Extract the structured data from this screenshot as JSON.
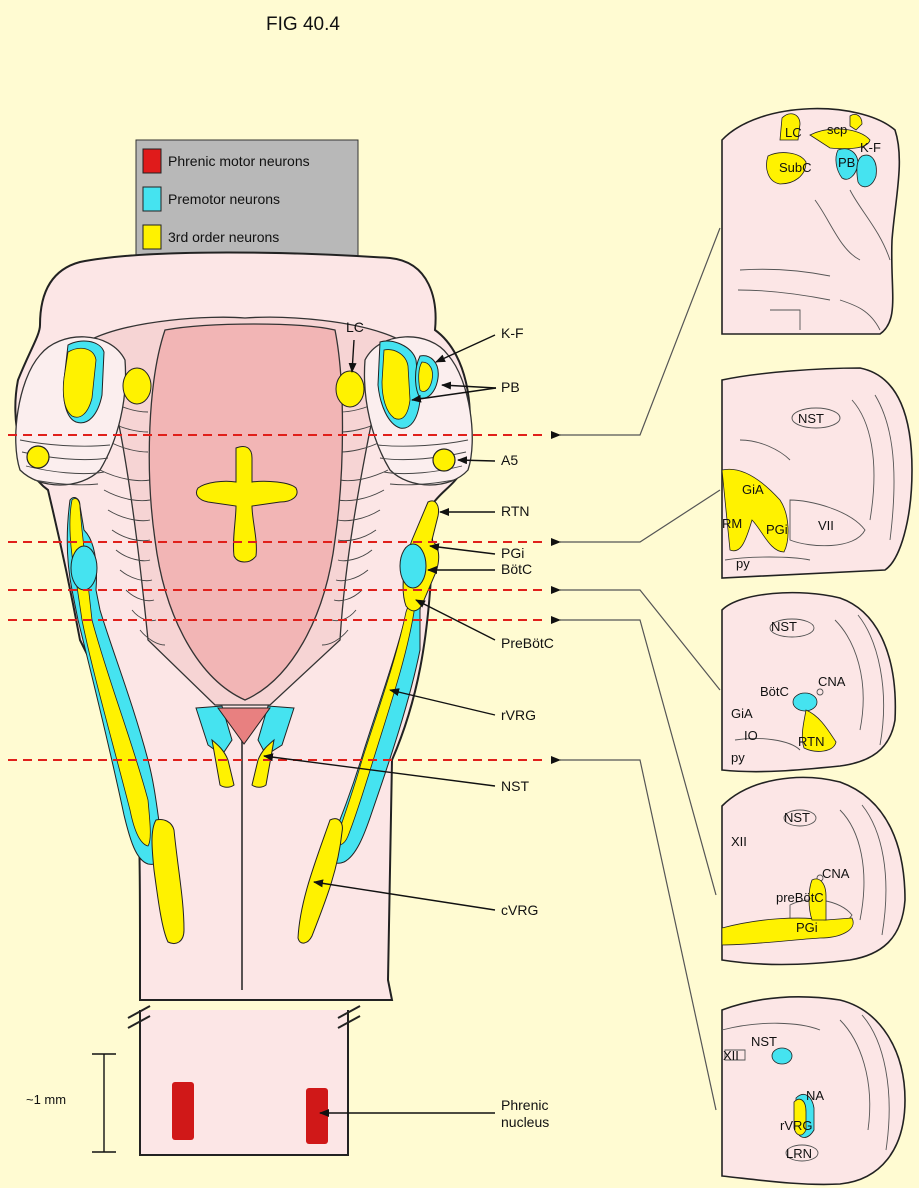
{
  "figure": {
    "title": "FIG 40.4",
    "scale_label": "~1 mm"
  },
  "legend": {
    "items": [
      {
        "label": "Phrenic motor neurons",
        "color": "#e01b1b"
      },
      {
        "label": "Premotor neurons",
        "color": "#45e3f0"
      },
      {
        "label": "3rd order neurons",
        "color": "#fff200"
      }
    ]
  },
  "colors": {
    "tissue": "#fce6e6",
    "ventricle": "#f2b5b5",
    "outline": "#222222",
    "dashed_level": "#e0201b",
    "background": "#fffbd2"
  },
  "callouts": {
    "LC": "LC",
    "KF": "K-F",
    "PB": "PB",
    "A5": "A5",
    "RTN": "RTN",
    "PGi": "PGi",
    "BotC": "BötC",
    "PreBotC": "PreBötC",
    "rVRG": "rVRG",
    "NST": "NST",
    "cVRG": "cVRG",
    "phrenic_line1": "Phrenic",
    "phrenic_line2": "nucleus"
  },
  "sections": {
    "s1": {
      "LC": "LC",
      "scp": "scp",
      "KF": "K-F",
      "SubC": "SubC",
      "PB": "PB"
    },
    "s2": {
      "NST": "NST",
      "GiA": "GiA",
      "RM": "RM",
      "PGi": "PGi",
      "VII": "VII",
      "py": "py"
    },
    "s3": {
      "NST": "NST",
      "BotC": "BötC",
      "CNA": "CNA",
      "GiA": "GiA",
      "IO": "IO",
      "RTN": "RTN",
      "py": "py"
    },
    "s4": {
      "NST": "NST",
      "XII": "XII",
      "CNA": "CNA",
      "preBotC": "preBötC",
      "PGi": "PGi"
    },
    "s5": {
      "NST": "NST",
      "XII": "XII",
      "NA": "NA",
      "rVRG": "rVRG",
      "LRN": "LRN"
    }
  }
}
